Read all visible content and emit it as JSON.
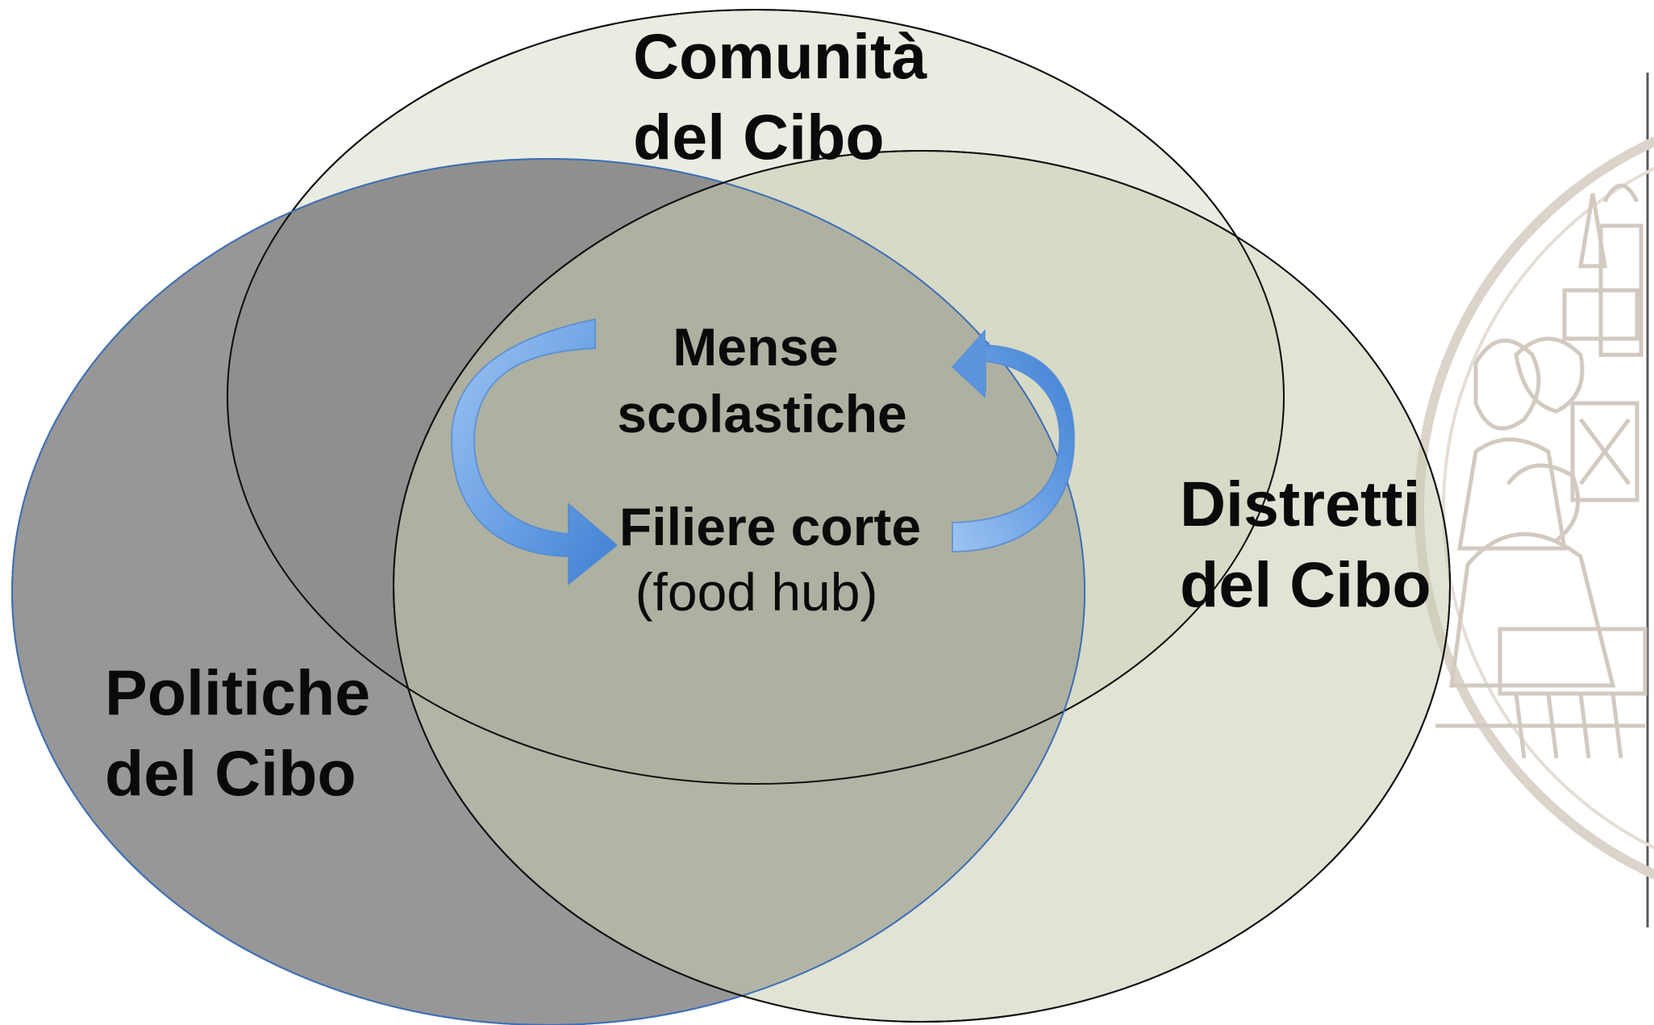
{
  "sets": {
    "comunita": {
      "line1": "Comunità",
      "line2": "del Cibo",
      "fill": "#e2e6d8"
    },
    "distretti": {
      "line1": "Distretti",
      "line2": "del Cibo",
      "fill": "#c9ccb4"
    },
    "politiche": {
      "line1": "Politiche",
      "line2": "del Cibo",
      "fill": "#6b6b6b",
      "stroke": "#3f6fb6"
    }
  },
  "center": {
    "mense_line1": "Mense",
    "mense_line2": "scolastiche",
    "filiere_line1": "Filiere corte",
    "filiere_line2": "(food hub)"
  },
  "colors": {
    "arrow": "#5f95db",
    "arrow_light": "#8fb9ee",
    "seal": "#c9bfb2",
    "outline": "#111111"
  },
  "icons": {
    "cycle_arrows": "curved-cycle-arrows-icon",
    "seal": "university-seal-watermark"
  }
}
